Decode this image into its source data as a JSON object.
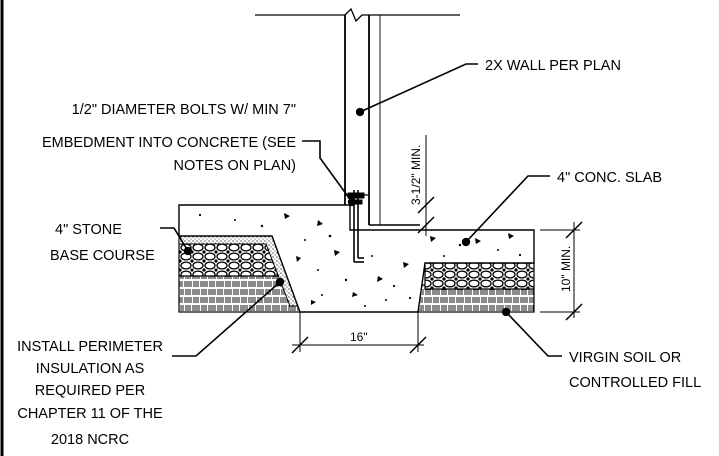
{
  "labels": {
    "wall": "2X WALL PER PLAN",
    "bolts_line1": "1/2\" DIAMETER BOLTS W/ MIN 7\"",
    "bolts_line2": "EMBEDMENT INTO CONCRETE (SEE",
    "bolts_line3": "NOTES ON PLAN)",
    "slab": "4\" CONC. SLAB",
    "stone_line1": "4\" STONE",
    "stone_line2": "BASE COURSE",
    "insulation_line1": "INSTALL PERIMETER",
    "insulation_line2": "INSULATION AS",
    "insulation_line3": "REQUIRED PER",
    "insulation_line4": "CHAPTER 11 OF THE",
    "insulation_line5": "2018 NCRC",
    "soil_line1": "VIRGIN SOIL OR",
    "soil_line2": "CONTROLLED FILL"
  },
  "dimensions": {
    "sill_height": "3-1/2\" MIN.",
    "footing_depth": "10\" MIN.",
    "footing_width": "16\""
  }
}
